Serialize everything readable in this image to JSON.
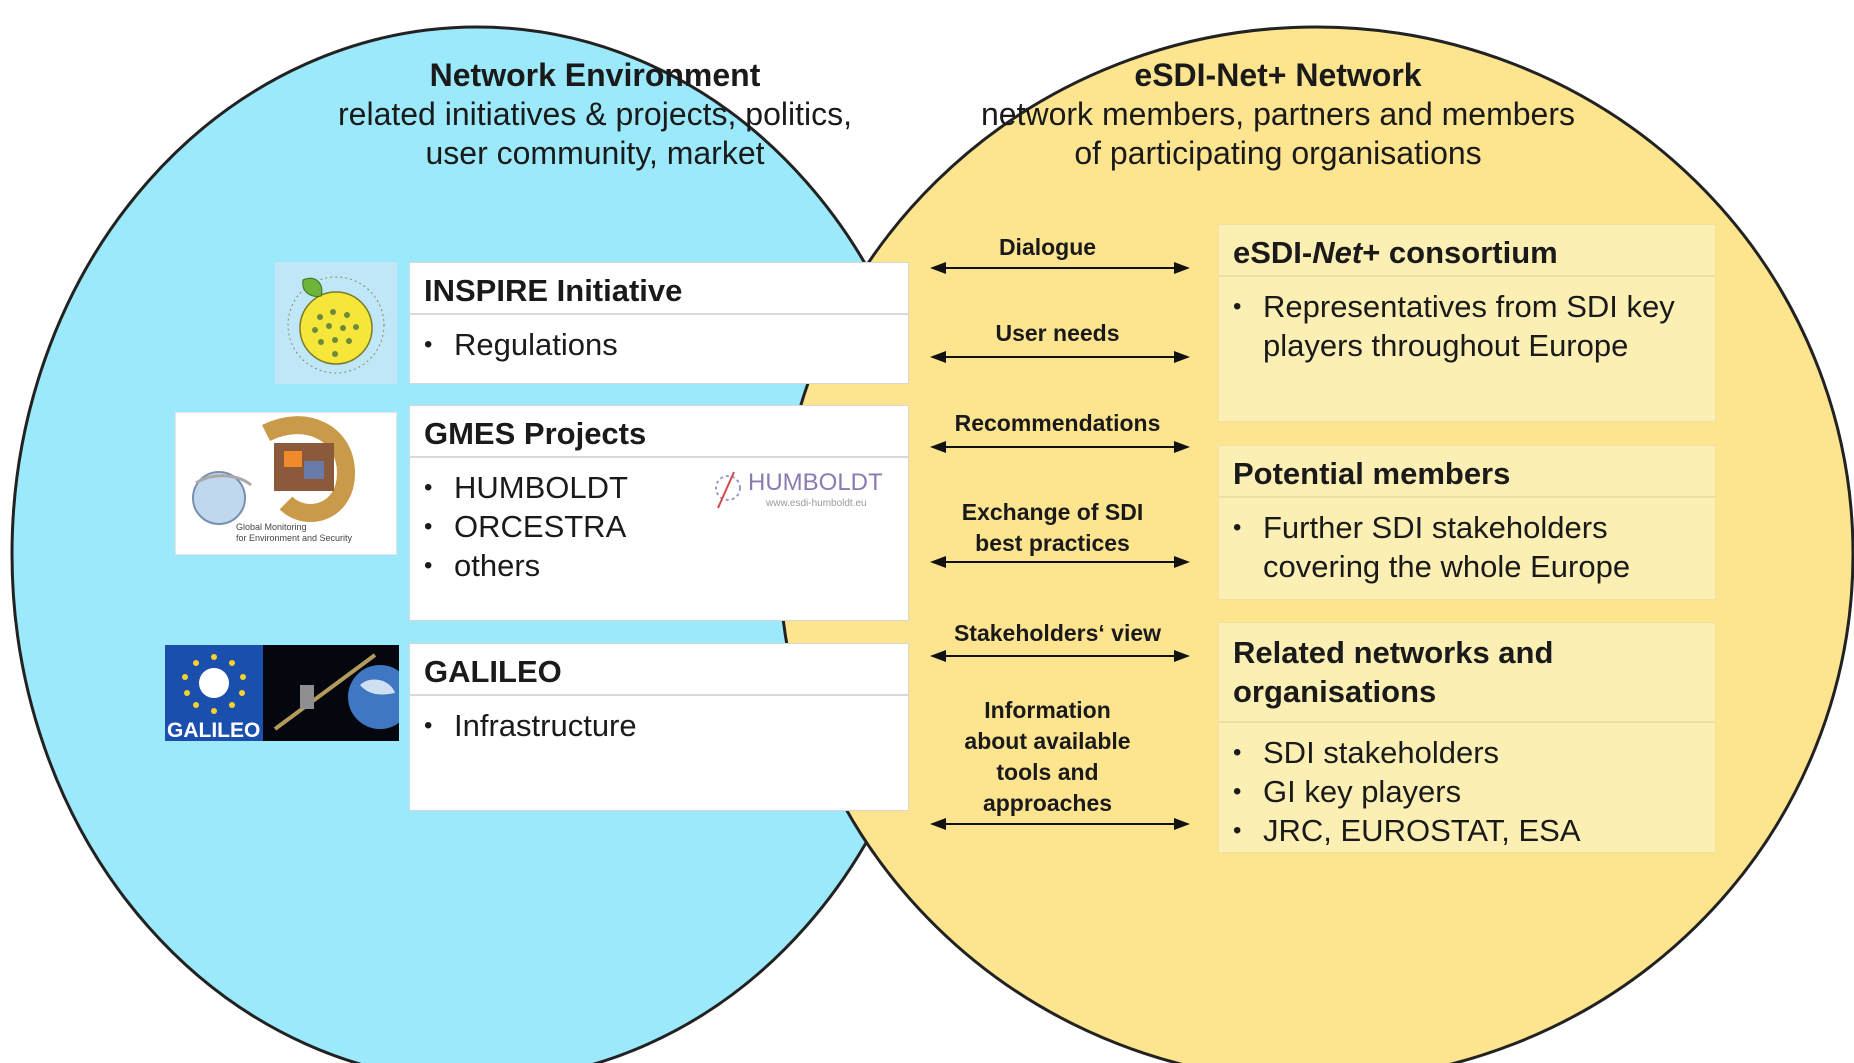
{
  "colors": {
    "left_circle": "#9be9fa",
    "right_circle": "#fde48f",
    "circle_outline": "#222222",
    "box_left_bg": "#ffffff",
    "box_right_bg": "#fbefb3"
  },
  "left_circle": {
    "title": "Network Environment",
    "subtitle_lines": [
      "related initiatives & projects, politics,",
      "user community, market"
    ]
  },
  "right_circle": {
    "title": "eSDI-Net+ Network",
    "subtitle_lines": [
      "network members, partners and members",
      "of participating organisations"
    ]
  },
  "left_boxes": [
    {
      "heading": "INSPIRE Initiative",
      "items": [
        "Regulations"
      ],
      "logo_icon": "inspire-logo-icon"
    },
    {
      "heading": "GMES Projects",
      "items": [
        "HUMBOLDT",
        "ORCESTRA",
        "others"
      ],
      "logo_icon": "gmes-logo-icon",
      "gmes_logo_caption": [
        "Global Monitoring",
        "for Environment and Security"
      ],
      "humboldt_logo": {
        "text": "HUMBOLDT",
        "url": "www.esdi-humboldt.eu"
      }
    },
    {
      "heading": "GALILEO",
      "items": [
        "Infrastructure"
      ],
      "logo_icon": "galileo-logo-icon",
      "galileo_logo_text": "GALILEO"
    }
  ],
  "right_boxes": [
    {
      "heading_prefix": "eSDI-",
      "heading_italic": "Net",
      "heading_suffix": "+ consortium",
      "items": [
        "Representatives from SDI key players throughout Europe"
      ]
    },
    {
      "heading": "Potential members",
      "items": [
        "Further SDI stakeholders covering the whole Europe"
      ]
    },
    {
      "heading": "Related networks and organisations",
      "items": [
        "SDI stakeholders",
        "GI key players",
        "JRC, EUROSTAT, ESA"
      ]
    }
  ],
  "relations": [
    {
      "label_lines": [
        "Dialogue"
      ]
    },
    {
      "label_lines": [
        "User needs"
      ]
    },
    {
      "label_lines": [
        "Recommendations"
      ]
    },
    {
      "label_lines": [
        "Exchange of SDI",
        "best practices"
      ]
    },
    {
      "label_lines": [
        "Stakeholders‘ view"
      ]
    },
    {
      "label_lines": [
        "Information",
        "about available",
        "tools and",
        "approaches"
      ]
    }
  ]
}
